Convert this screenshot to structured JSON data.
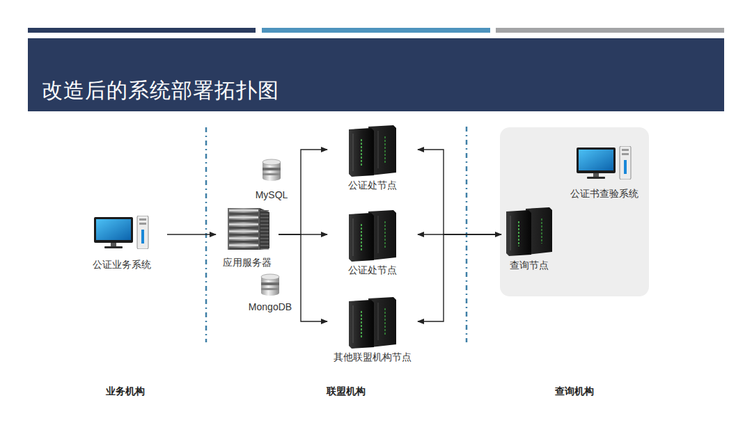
{
  "diagram": {
    "title": "改造后的系统部署拓扑图",
    "nodes": [
      {
        "text": [
          "公证业务系统"
        ]
      },
      {
        "text": [
          "MySQL"
        ]
      },
      {
        "text": [
          "应用服务器"
        ]
      },
      {
        "text": [
          "MongoDB"
        ]
      },
      {
        "text": [
          "公证处节点"
        ]
      },
      {
        "text": [
          "公证处节点"
        ]
      },
      {
        "text": [
          "其他联盟机构节点"
        ]
      },
      {
        "text": [
          "公证书查验系统"
        ]
      },
      {
        "text": [
          "查询节点"
        ]
      }
    ],
    "edges": [
      {
        "from": 0,
        "to": 2,
        "arrow": "to"
      },
      {
        "from": 2,
        "to": 4,
        "arrow": "to"
      },
      {
        "from": 2,
        "to": 5,
        "arrow": "to"
      },
      {
        "from": 2,
        "to": 6,
        "arrow": "to"
      },
      {
        "from": 8,
        "to": 4,
        "arrow": "to"
      },
      {
        "from": 8,
        "to": 5,
        "arrow": "both"
      },
      {
        "from": 8,
        "to": 6,
        "arrow": "to"
      }
    ],
    "labels": [
      "业务机构",
      "联盟机构",
      "查询机构"
    ]
  }
}
